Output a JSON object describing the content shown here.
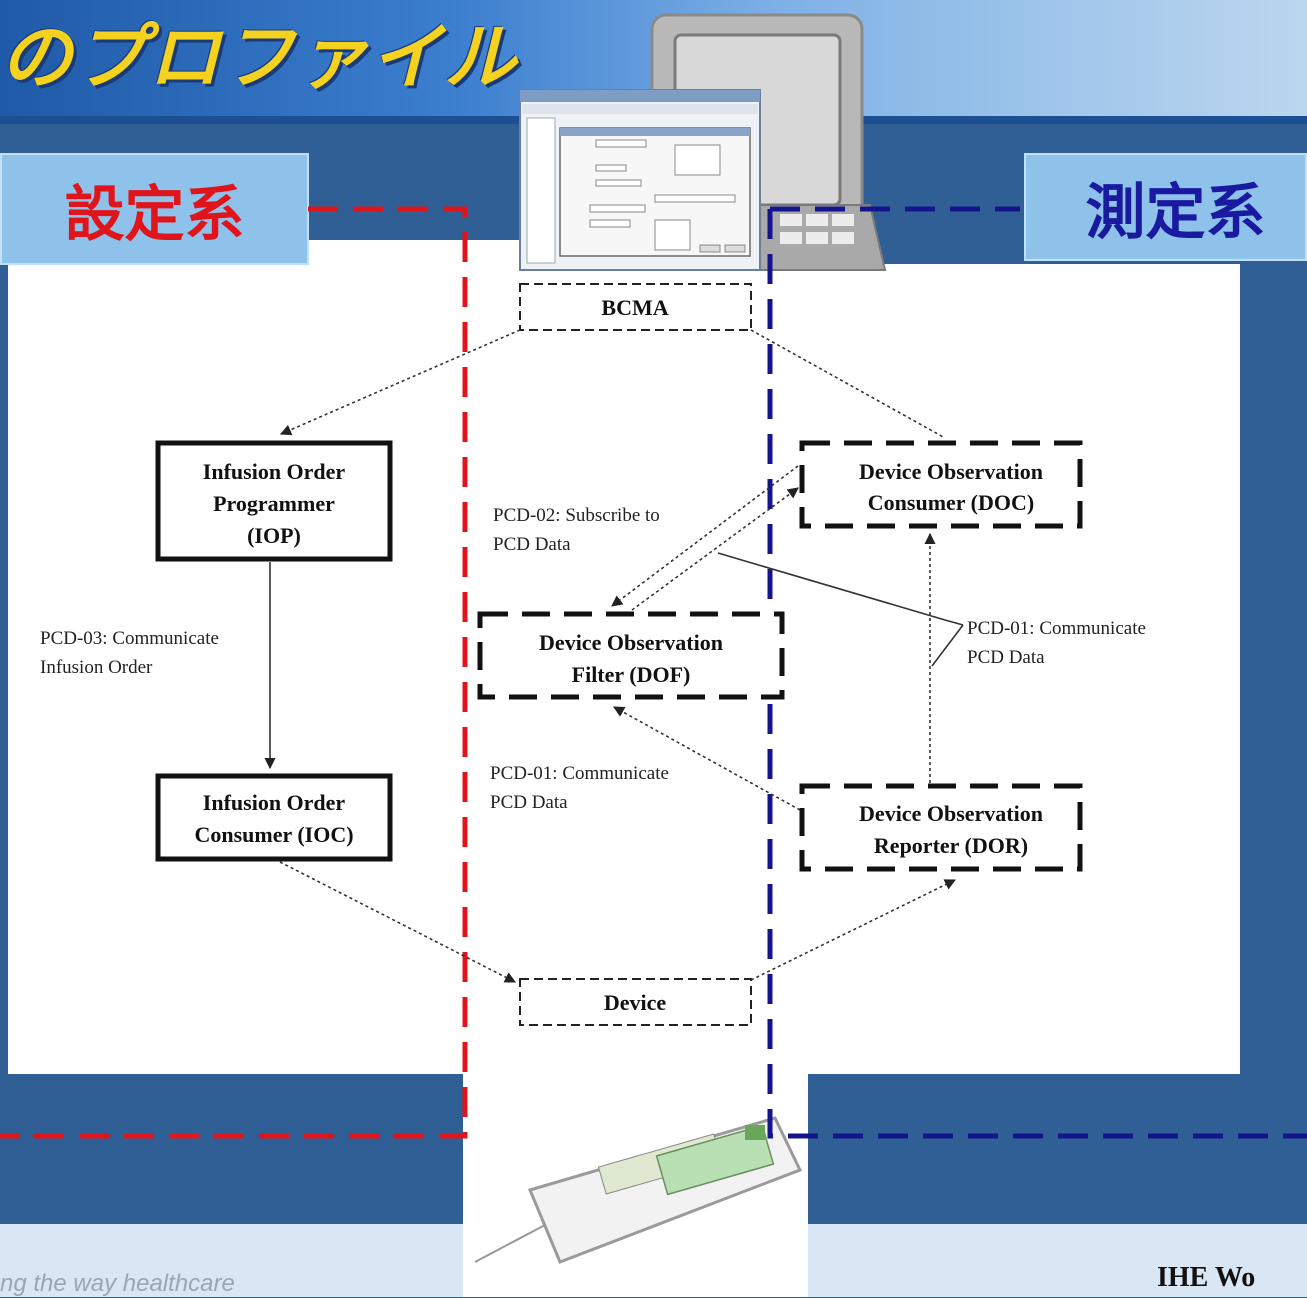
{
  "header": {
    "title": "のプロファイル"
  },
  "labels": {
    "setting_system": "設定系",
    "measurement_system": "測定系"
  },
  "nodes": {
    "bcma": "BCMA",
    "iop": [
      "Infusion Order",
      "Programmer",
      "(IOP)"
    ],
    "ioc": [
      "Infusion Order",
      "Consumer (IOC)"
    ],
    "doc": [
      "Device Observation",
      "Consumer (DOC)"
    ],
    "dof": [
      "Device Observation",
      "Filter (DOF)"
    ],
    "dor": [
      "Device Observation",
      "Reporter (DOR)"
    ],
    "device": "Device"
  },
  "transactions": {
    "pcd03": [
      "PCD-03: Communicate",
      "Infusion Order"
    ],
    "pcd02": [
      "PCD-02: Subscribe to",
      "PCD Data"
    ],
    "pcd01_right": [
      "PCD-01: Communicate",
      "PCD Data"
    ],
    "pcd01_mid": [
      "PCD-01: Communicate",
      "PCD Data"
    ]
  },
  "footer": {
    "tagline": "ng the way healthcare",
    "brand": "IHE Wo"
  },
  "colors": {
    "setting_border": "#e0151b",
    "measurement_border": "#14148c",
    "title": "#f5d21f"
  }
}
